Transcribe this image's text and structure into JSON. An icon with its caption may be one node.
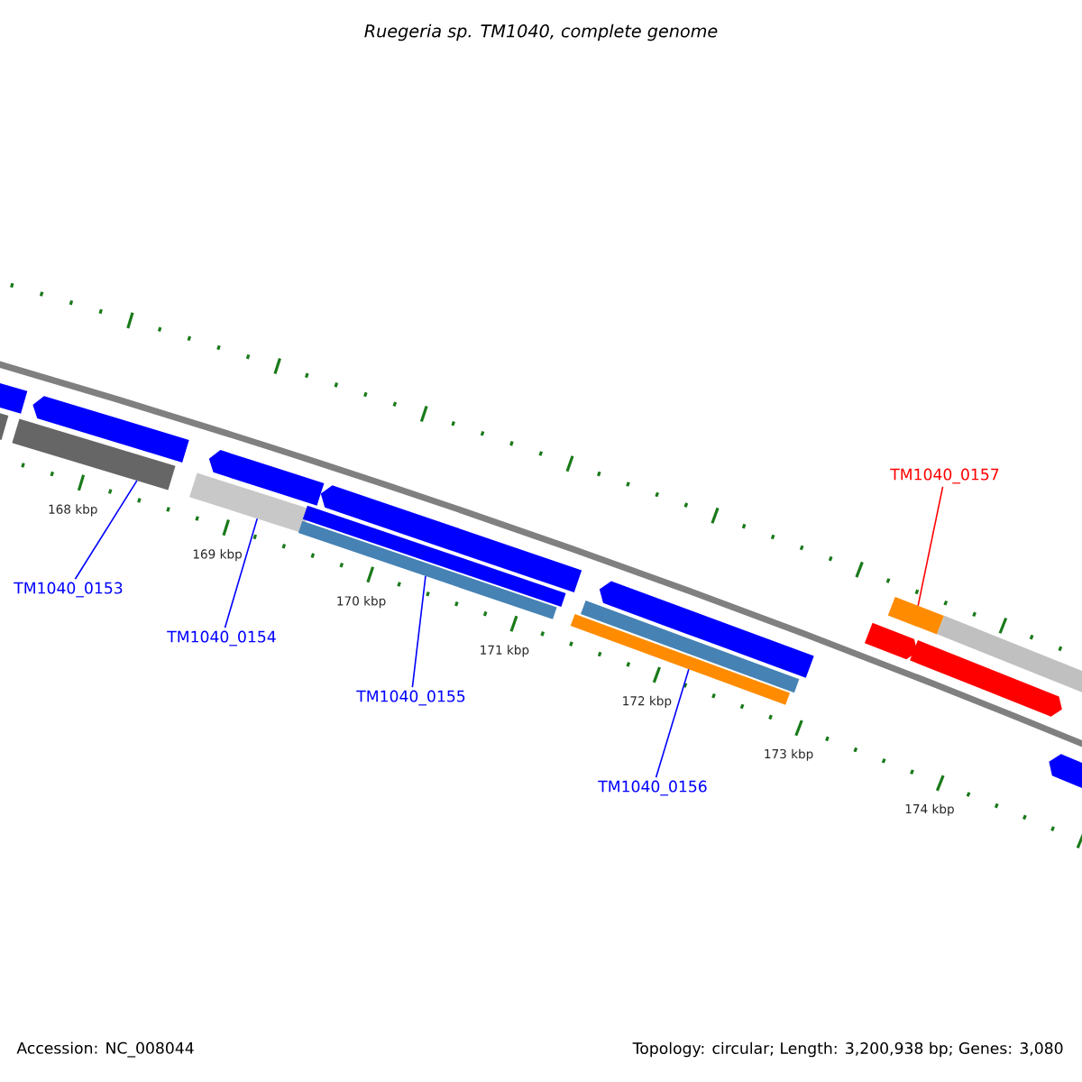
{
  "diagram": {
    "title": "Ruegeria sp. TM1040, complete genome",
    "nodes": [
      {
        "text": [],
        "shape": "bar"
      },
      {
        "text": [],
        "shape": "bar"
      },
      {
        "text": [],
        "shape": "arrow"
      },
      {
        "text": [],
        "shape": "bar"
      },
      {
        "text": [],
        "shape": "arrow"
      },
      {
        "text": [],
        "shape": "bar"
      },
      {
        "text": [],
        "shape": "arrow"
      },
      {
        "text": [],
        "shape": "bar"
      },
      {
        "text": [],
        "shape": "bar"
      },
      {
        "text": [],
        "shape": "bar"
      },
      {
        "text": [],
        "shape": "bar"
      },
      {
        "text": [],
        "shape": "arrow"
      },
      {
        "text": [],
        "shape": "bar"
      },
      {
        "text": [],
        "shape": "bar"
      },
      {
        "text": [],
        "shape": "arrow"
      },
      {
        "text": [],
        "shape": "arrow"
      },
      {
        "text": [],
        "shape": "arrow"
      },
      {
        "text": [
          "TM1040_0153"
        ]
      },
      {
        "text": [
          "TM1040_0154"
        ]
      },
      {
        "text": [
          "TM1040_0155"
        ]
      },
      {
        "text": [
          "TM1040_0156"
        ]
      },
      {
        "text": [
          "TM1040_0157"
        ]
      }
    ],
    "edges": [
      {
        "from": 17,
        "to": 3,
        "arrow": "none"
      },
      {
        "from": 18,
        "to": 5,
        "arrow": "none"
      },
      {
        "from": 19,
        "to": 8,
        "arrow": "none"
      },
      {
        "from": 20,
        "to": 9,
        "arrow": "none"
      },
      {
        "from": 21,
        "to": 12,
        "arrow": "none",
        "color": "#ff0000"
      }
    ],
    "labels": [
      "168 kbp",
      "169 kbp",
      "170 kbp",
      "171 kbp",
      "172 kbp",
      "173 kbp",
      "174 kbp",
      "Accession: NC_008044",
      "Topology: circular; Length: 3,200,938 bp; Genes: 3,080"
    ]
  }
}
